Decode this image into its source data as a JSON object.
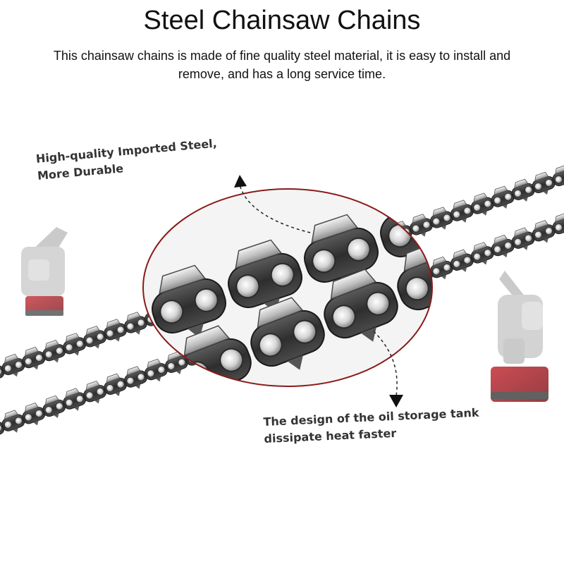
{
  "header": {
    "title": "Steel Chainsaw Chains",
    "subtitle": "This chainsaw chains is made of fine quality steel material, it is easy to install and remove, and has a long service time."
  },
  "callouts": {
    "top": {
      "line1": "High-quality Imported Steel,",
      "line2": "More Durable"
    },
    "bottom": {
      "line1": "The design of the oil storage tank",
      "line2": "dissipate heat faster"
    }
  },
  "colors": {
    "chain_dark": "#3a3a3a",
    "chain_mid": "#7a7a7a",
    "chain_light": "#d8d8d8",
    "zoom_circle": "#8b1a1a",
    "text": "#111111"
  },
  "icons": [
    "mini-chainsaw-left",
    "mini-chainsaw-right",
    "arrow-up",
    "arrow-down"
  ]
}
